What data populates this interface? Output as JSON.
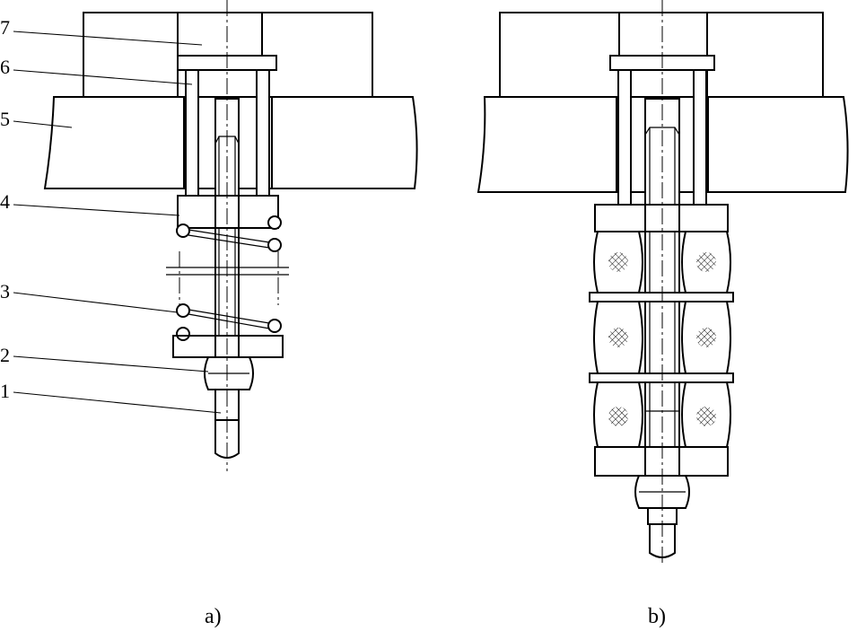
{
  "figure_a": {
    "caption": "a)",
    "callouts": [
      {
        "label": "7"
      },
      {
        "label": "6"
      },
      {
        "label": "5"
      },
      {
        "label": "4"
      },
      {
        "label": "3"
      },
      {
        "label": "2"
      },
      {
        "label": "1"
      }
    ]
  },
  "figure_b": {
    "caption": "b)"
  }
}
